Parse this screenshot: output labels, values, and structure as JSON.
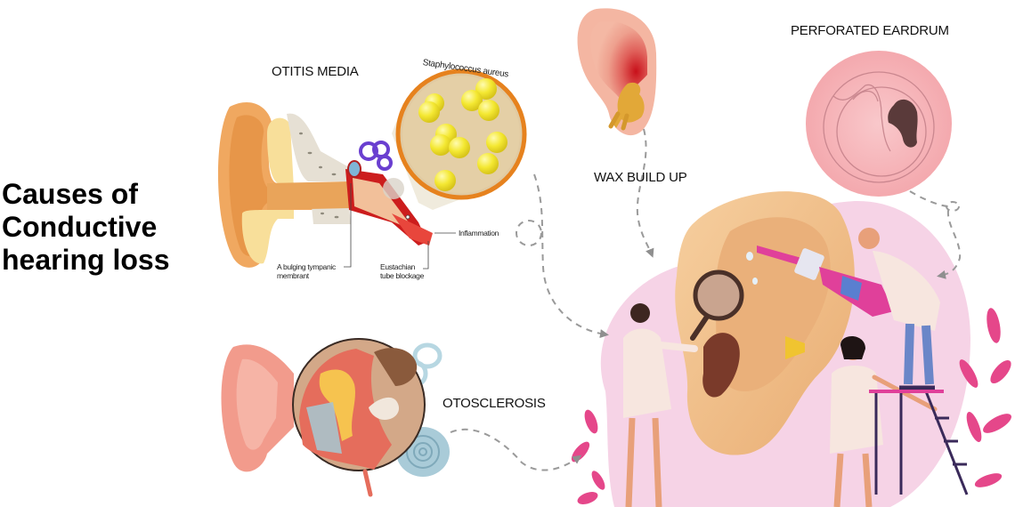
{
  "title": {
    "lines": [
      "Causes of",
      "Conductive",
      "hearing loss"
    ]
  },
  "sections": {
    "otitis_media": {
      "label": "OTITIS MEDIA",
      "magnifier_label": "Staphylococcus aureus",
      "annotations": {
        "bulging_membrane": [
          "A bulging tympanic",
          "membrant"
        ],
        "eustachian": [
          "Eustachian",
          "tube blockage"
        ],
        "inflammation": "Inflammation"
      }
    },
    "wax_build_up": {
      "label": "WAX BUILD UP"
    },
    "perforated_eardrum": {
      "label": "PERFORATED EARDRUM"
    },
    "otosclerosis": {
      "label": "OTOSCLEROSIS"
    }
  },
  "colors": {
    "ear_skin": "#f2c08e",
    "pink_bg": "#f6d3e6",
    "bacteria": "#f3e83a",
    "magnifier_ring": "#e6821e",
    "eardrum": "#f6b4b8",
    "perforation": "#5a3a3a",
    "connector": "#9a9a9a",
    "leaf": "#e5478a"
  }
}
